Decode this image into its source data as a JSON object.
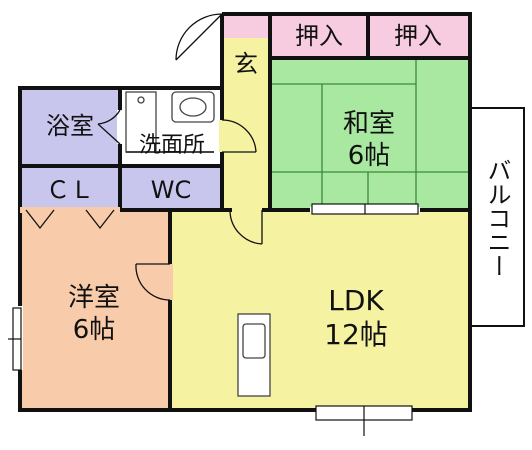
{
  "colors": {
    "wall": "#111111",
    "bath": "#c9c6ee",
    "wc_cl": "#c9c6ee",
    "washroom": "#ffffff",
    "entrance_hall": "#f5f2a2",
    "ldk": "#f5f2a2",
    "western_room": "#f8ccaa",
    "japanese_room": "#a9e8a0",
    "closet": "#f8cce0",
    "balcony": "#ffffff",
    "tatami_line": "#3a8a3a",
    "fixture": "#444444"
  },
  "rooms": {
    "closet_left": "押入",
    "closet_right": "押入",
    "entrance": "玄",
    "bath": "浴室",
    "washroom": "洗面所",
    "cl": "ＣＬ",
    "wc": "WC",
    "japanese_room": "和室",
    "japanese_room_size": "6帖",
    "western_room": "洋室",
    "western_room_size": "6帖",
    "ldk": "LDK",
    "ldk_size": "12帖",
    "balcony": "バルコニー"
  },
  "icons": {
    "door_swing": "door-swing-icon",
    "washbasin": "washbasin-icon",
    "sink": "kitchen-sink-icon",
    "window": "window-icon"
  }
}
